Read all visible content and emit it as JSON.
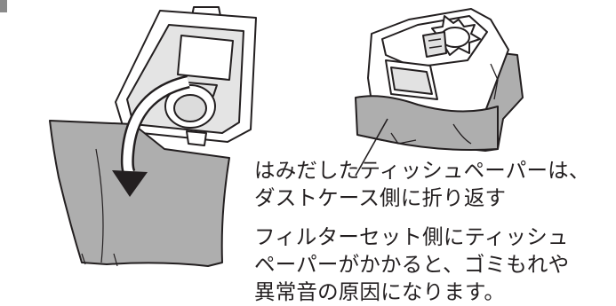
{
  "caption_fold": {
    "line1": "はみだしたティッシュペーパーは、",
    "line2": "ダストケース側に折り返す"
  },
  "caption_warning": {
    "line1": "フィルターセット側にティッシュ",
    "line2": "ペーパーがかかると、ゴミもれや",
    "line3": "異常音の原因になります。"
  },
  "colors": {
    "tissue_fill": "#aeaeae",
    "outline": "#231f20",
    "body_fill": "#ffffff",
    "shade": "#dcdcdc"
  }
}
